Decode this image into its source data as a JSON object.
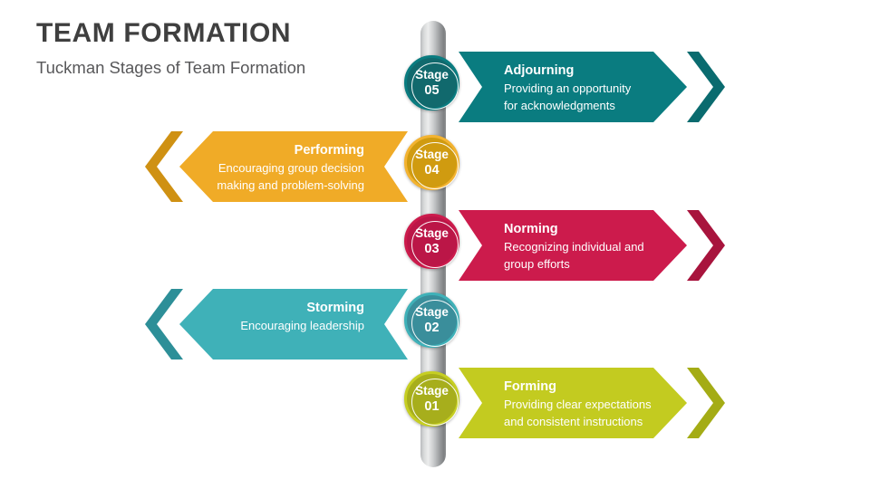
{
  "header": {
    "title": "TEAM FORMATION",
    "subtitle": "Tuckman Stages of Team Formation",
    "title_color": "#3f3f3f",
    "subtitle_color": "#58585a"
  },
  "pole": {
    "name": "vertical-timeline-pole",
    "style": "metallic-gray-cylinder"
  },
  "stages": [
    {
      "badge_word": "Stage",
      "badge_num": "05",
      "heading": "Adjourning",
      "description": "Providing an opportunity\nfor acknowledgments",
      "description_line1": "Providing an opportunity",
      "description_line2": "for acknowledgments",
      "side": "right",
      "color": "#0a7c80",
      "tail_color": "#0a6b6f",
      "badge_rim_color": "#0a7c80",
      "badge_fill_color": "#11696d"
    },
    {
      "badge_word": "Stage",
      "badge_num": "04",
      "heading": "Performing",
      "description": "Encouraging group decision\nmaking and problem-solving",
      "description_line1": "Encouraging group decision",
      "description_line2": "making and problem-solving",
      "side": "left",
      "color": "#f0ab27",
      "tail_color": "#cf9113",
      "badge_rim_color": "#f3b331",
      "badge_fill_color": "#d09b10"
    },
    {
      "badge_word": "Stage",
      "badge_num": "03",
      "heading": "Norming",
      "description": "Recognizing individual and\ngroup efforts",
      "description_line1": "Recognizing individual and",
      "description_line2": "group efforts",
      "side": "right",
      "color": "#cc1b4c",
      "tail_color": "#a8143d",
      "badge_rim_color": "#cc1b4c",
      "badge_fill_color": "#bb1647"
    },
    {
      "badge_word": "Stage",
      "badge_num": "02",
      "heading": "Storming",
      "description": "Encouraging leadership",
      "description_line1": "Encouraging leadership",
      "description_line2": "",
      "side": "left",
      "color": "#3fb1b8",
      "tail_color": "#2d8f98",
      "badge_rim_color": "#3fb1b8",
      "badge_fill_color": "#3a8e9b"
    },
    {
      "badge_word": "Stage",
      "badge_num": "01",
      "heading": "Forming",
      "description": "Providing clear expectations\nand consistent instructions",
      "description_line1": "Providing clear expectations",
      "description_line2": "and consistent instructions",
      "side": "right",
      "color": "#c3cb20",
      "tail_color": "#a4ac15",
      "badge_rim_color": "#c6ce23",
      "badge_fill_color": "#a7ae1c"
    }
  ]
}
